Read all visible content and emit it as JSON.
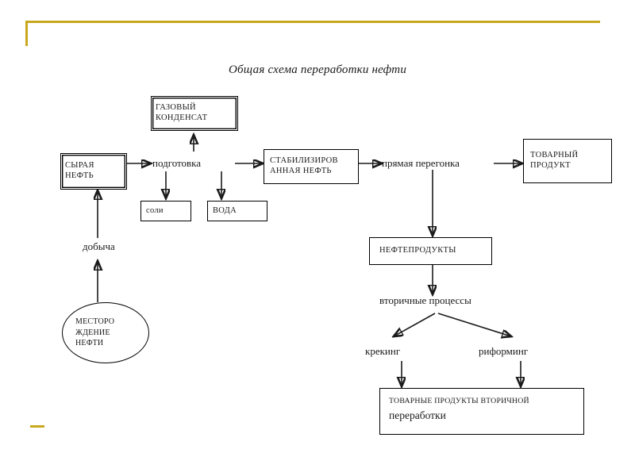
{
  "slide": {
    "title": "Общая схема переработки нефти",
    "accent_color": "#c8a81e",
    "line_color": "#1b1b1b",
    "background": "#ffffff"
  },
  "nodes": {
    "gas_condensate": {
      "line1": "ГАЗОВЫЙ",
      "line2": "КОНДЕНСАТ"
    },
    "crude_oil": {
      "line1": "СЫРАЯ",
      "line2": "НЕФТЬ"
    },
    "salts": {
      "line1": "соли"
    },
    "water": {
      "line1": "ВОДА"
    },
    "stabilized_oil": {
      "line1": "СТАБИЛИЗИРОВ",
      "line2": "АННАЯ НЕФТЬ"
    },
    "commodity_product": {
      "line1": "ТОВАРНЫЙ",
      "line2": "ПРОДУКТ"
    },
    "oil_products": {
      "line1": "НЕФТЕПРОДУКТЫ"
    },
    "secondary_products": {
      "line1": "ТОВАРНЫЕ ПРОДУКТЫ ВТОРИЧНОЙ",
      "line2": "переработки"
    },
    "oil_field": {
      "line1": "МЕСТОРО",
      "line2": "ЖДЕНИЕ",
      "line3": "НЕФТИ"
    }
  },
  "labels": {
    "preparation": "подготовка",
    "extraction": "добыча",
    "direct_distillation": "прямая перегонка",
    "secondary_processes": "вторичные процессы",
    "cracking": "крекинг",
    "reforming": "риформинг"
  }
}
